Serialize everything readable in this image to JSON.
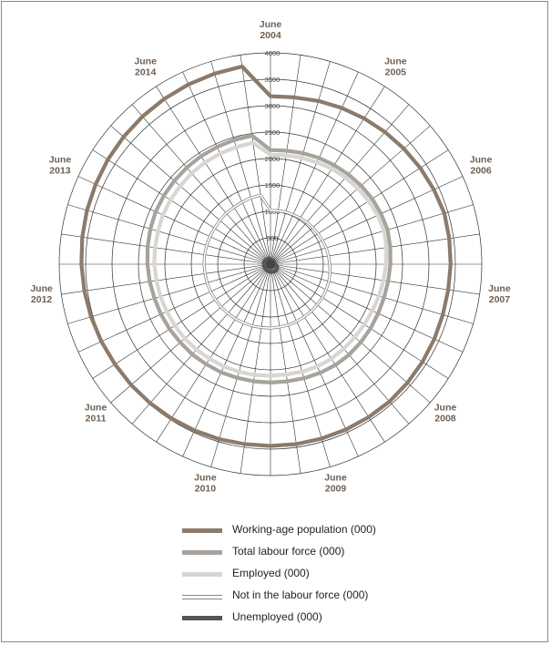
{
  "chart_data": {
    "type": "radar",
    "title": "",
    "categories": [
      "June 2004",
      "June 2005",
      "June 2006",
      "June 2007",
      "June 2008",
      "June 2009",
      "June 2010",
      "June 2011",
      "June 2012",
      "June 2013",
      "June 2014"
    ],
    "r_axis": {
      "min": 0,
      "max": 4000,
      "ticks": [
        500,
        1000,
        1500,
        2000,
        2500,
        3000,
        3500,
        4000
      ]
    },
    "grid": true,
    "series": [
      {
        "name": "Working-age population (000)",
        "color": "#8c7a6b",
        "style": "solid",
        "width": 4.2,
        "values": [
          3180,
          3190,
          3220,
          3250,
          3280,
          3310,
          3340,
          3370,
          3400,
          3430,
          3420,
          3410,
          3400,
          3400,
          3410,
          3420,
          3430,
          3440,
          3440,
          3440,
          3440,
          3440,
          3440,
          3440,
          3450,
          3460,
          3470,
          3480,
          3490,
          3500,
          3520,
          3540,
          3560,
          3580,
          3600,
          3620,
          3640,
          3660,
          3680,
          3700,
          3720,
          3740,
          3760,
          3780
        ]
      },
      {
        "name": "Total labour force (000)",
        "color": "#a8a29d",
        "style": "solid",
        "width": 4.2,
        "values": [
          2160,
          2170,
          2190,
          2210,
          2230,
          2250,
          2270,
          2290,
          2300,
          2310,
          2290,
          2270,
          2250,
          2240,
          2240,
          2250,
          2260,
          2270,
          2270,
          2260,
          2250,
          2240,
          2240,
          2240,
          2240,
          2250,
          2250,
          2260,
          2260,
          2270,
          2280,
          2290,
          2310,
          2330,
          2350,
          2370,
          2390,
          2400,
          2410,
          2420,
          2430,
          2440,
          2450,
          2460
        ]
      },
      {
        "name": "Employed (000)",
        "color": "#d8d6d2",
        "style": "solid",
        "width": 4.2,
        "values": [
          2070,
          2080,
          2100,
          2120,
          2150,
          2170,
          2190,
          2210,
          2230,
          2240,
          2220,
          2190,
          2160,
          2140,
          2120,
          2110,
          2110,
          2120,
          2130,
          2130,
          2120,
          2110,
          2110,
          2120,
          2120,
          2130,
          2130,
          2140,
          2150,
          2150,
          2160,
          2170,
          2180,
          2200,
          2210,
          2220,
          2240,
          2250,
          2260,
          2280,
          2290,
          2300,
          2310,
          2320
        ]
      },
      {
        "name": "Not in the labour force (000)",
        "color": "#888888",
        "style": "double",
        "width": 1,
        "values": [
          1020,
          1020,
          1030,
          1030,
          1040,
          1050,
          1060,
          1070,
          1080,
          1100,
          1110,
          1120,
          1140,
          1150,
          1160,
          1170,
          1170,
          1180,
          1180,
          1190,
          1200,
          1200,
          1210,
          1210,
          1220,
          1220,
          1230,
          1230,
          1240,
          1240,
          1250,
          1250,
          1250,
          1260,
          1260,
          1260,
          1260,
          1260,
          1270,
          1280,
          1280,
          1290,
          1310,
          1320
        ]
      },
      {
        "name": "Unemployed (000)",
        "color": "#555555",
        "style": "solid",
        "width": 4,
        "values": [
          90,
          88,
          85,
          83,
          80,
          80,
          80,
          80,
          75,
          72,
          80,
          95,
          110,
          125,
          140,
          150,
          155,
          158,
          158,
          155,
          150,
          148,
          148,
          145,
          140,
          140,
          135,
          135,
          130,
          130,
          130,
          130,
          128,
          128,
          130,
          130,
          128,
          128,
          125,
          120,
          118,
          116,
          114,
          112
        ]
      }
    ]
  },
  "legend": {
    "items": [
      {
        "label": "Working-age population (000)",
        "color": "#8c7a6b",
        "style": "solid"
      },
      {
        "label": "Total labour force (000)",
        "color": "#a8a29d",
        "style": "solid"
      },
      {
        "label": "Employed (000)",
        "color": "#d8d6d2",
        "style": "solid"
      },
      {
        "label": "Not in the labour force (000)",
        "color": "#888888",
        "style": "double"
      },
      {
        "label": "Unemployed (000)",
        "color": "#555555",
        "style": "solid"
      }
    ]
  }
}
